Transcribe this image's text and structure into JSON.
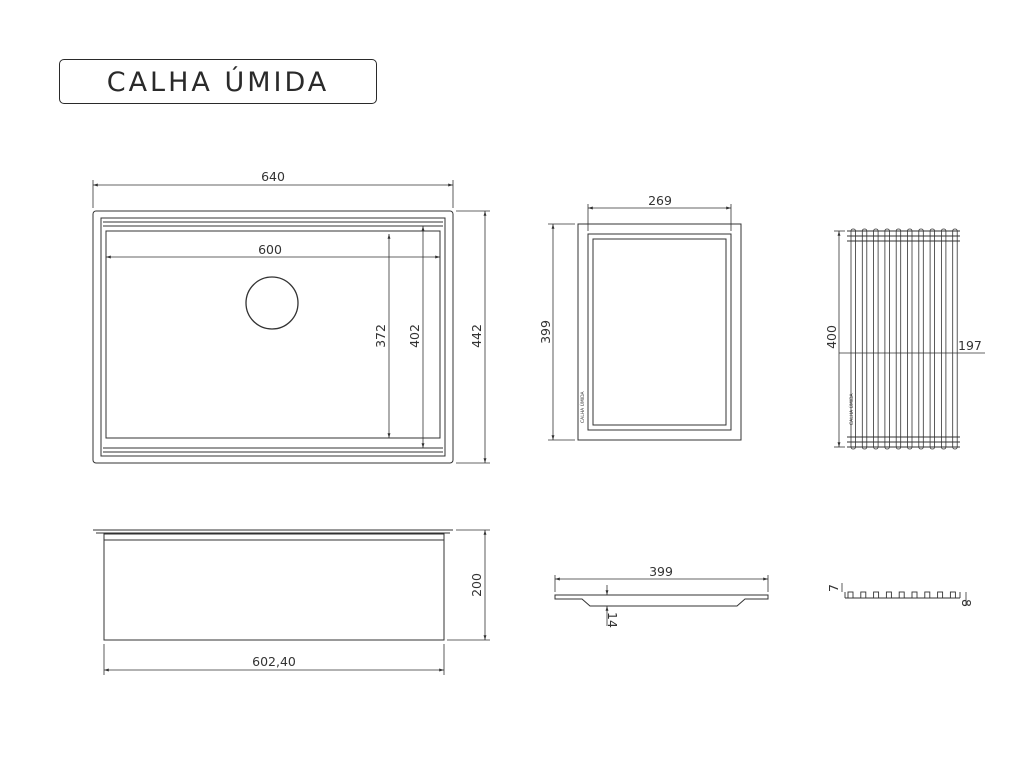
{
  "title": "CALHA ÚMIDA",
  "dimensions": {
    "sink_width": "640",
    "sink_inner_width": "600",
    "sink_inner_depth_a": "372",
    "sink_inner_depth_b": "402",
    "sink_depth": "442",
    "sink_height": "200",
    "sink_bottom_width": "602,40",
    "board_width": "269",
    "board_depth": "399",
    "board_side_length": "399",
    "board_thickness": "14",
    "rack_length": "400",
    "rack_width": "197",
    "rack_side_a": "7",
    "rack_side_b": "8"
  },
  "labels": {
    "board_imprint": "CALHA ÚMIDA",
    "rack_imprint": "CALHA ÚMIDA"
  }
}
